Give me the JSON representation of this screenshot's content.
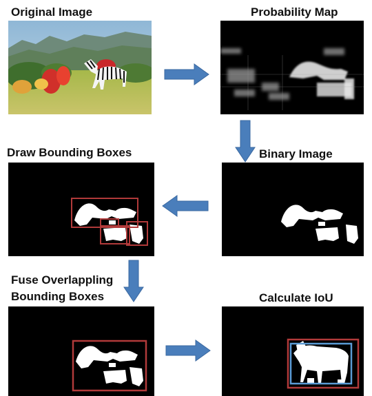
{
  "steps": {
    "original": "Original Image",
    "probability": "Probability Map",
    "draw_boxes": "Draw Bounding Boxes",
    "binary": "Binary Image",
    "fuse_line1": "Fuse Overlappling",
    "fuse_line2": "Bounding Boxes",
    "iou": "Calculate IoU"
  },
  "colors": {
    "arrow": "#4a7ebb",
    "box_red": "#b13a3a",
    "box_blue": "#5b9bd5",
    "panel_bg": "#000000"
  }
}
